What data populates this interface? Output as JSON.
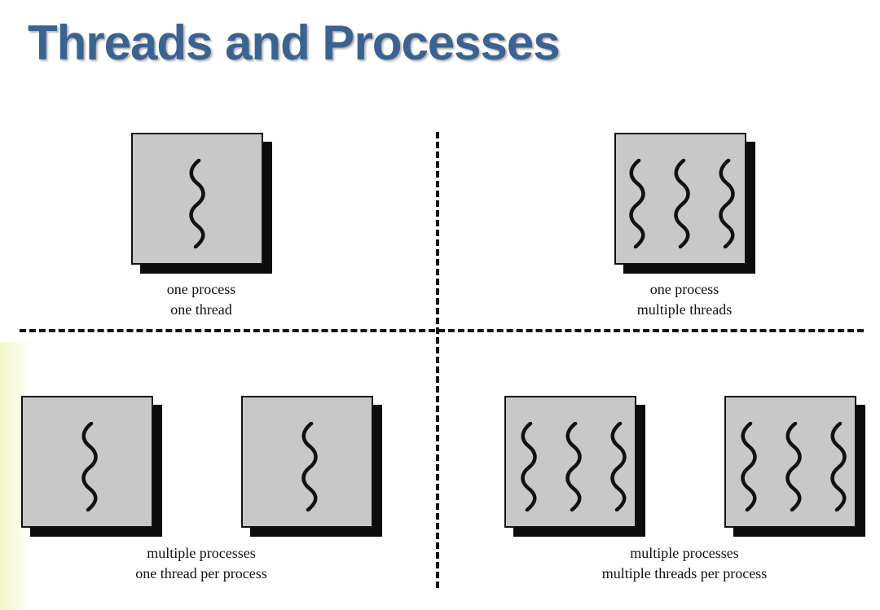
{
  "title": "Threads and Processes",
  "quadrants": [
    {
      "caption_line1": "one process",
      "caption_line2": "one thread"
    },
    {
      "caption_line1": "one process",
      "caption_line2": "multiple threads"
    },
    {
      "caption_line1": "multiple processes",
      "caption_line2": "one thread per process"
    },
    {
      "caption_line1": "multiple processes",
      "caption_line2": "multiple threads per process"
    }
  ],
  "colors": {
    "title": "#3a6391",
    "process_fill": "#c8c8c8",
    "process_shadow": "#0d0d0d",
    "lines": "#111111"
  },
  "icons": {
    "thread": "wavy-thread-icon"
  }
}
